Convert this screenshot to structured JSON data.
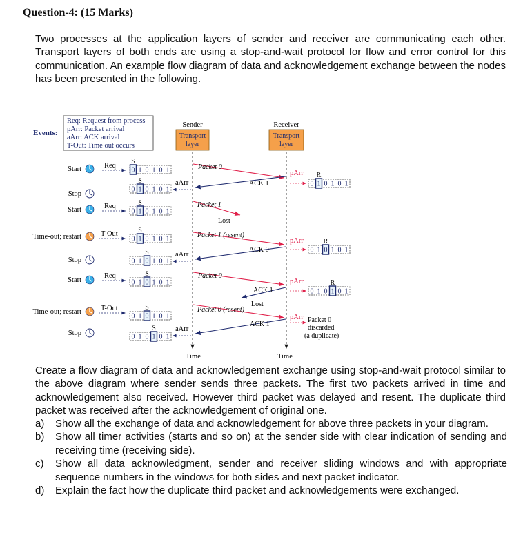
{
  "question_title": "Question-4: (15 Marks)",
  "intro_text": "Two processes at the application layers of sender and receiver are communicating each other. Transport layers of both ends are using a stop-and-wait protocol for flow and error control for this communication. An example flow diagram of data and acknowledgement exchange between the nodes has been presented in the following.",
  "diagram": {
    "events_label": "Events:",
    "legend": [
      "Req: Request from process",
      "pArr: Packet arrival",
      "aArr: ACK arrival",
      "T-Out: Time out occurs"
    ],
    "sender_header": "Sender",
    "receiver_header": "Receiver",
    "sender_box": [
      "Transport",
      "layer"
    ],
    "receiver_box": [
      "Transport",
      "layer"
    ],
    "time_label": "Time",
    "box_color": "#f5a04a",
    "data_arrow_color": "#e0204a",
    "ack_arrow_color": "#1e2a6e",
    "event_labels": [
      "Start",
      "Stop",
      "Start",
      "Time-out; restart",
      "Stop",
      "Start",
      "Time-out; restart",
      "Stop"
    ],
    "trigger_labels": [
      "Req",
      "aArr",
      "Req",
      "T-Out",
      "aArr",
      "Req",
      "T-Out",
      "aArr"
    ],
    "packet_labels": [
      "Packet 0",
      "Packet 1",
      "Lost",
      "Packet 1 (resent)",
      "Packet 0",
      "Packet 0 (resent)"
    ],
    "ack_labels": [
      "ACK 1",
      "ACK 0",
      "ACK 1",
      "Lost",
      "ACK 1"
    ],
    "receiver_events": [
      "pArr",
      "pArr",
      "pArr",
      "pArr"
    ],
    "receiver_note": [
      "Packet 0",
      "discarded",
      "(a duplicate)"
    ],
    "window_bits": [
      "0",
      "1",
      "0",
      "1",
      "0",
      "1"
    ],
    "s_marker": "S",
    "r_marker": "R"
  },
  "task_text": "Create a flow diagram of data and acknowledgement exchange using stop-and-wait protocol similar to the above diagram where sender sends three packets. The first two packets arrived in time and acknowledgement also received. However third packet was delayed and resent. The duplicate third packet was received after the acknowledgement of original one.",
  "subquestions": [
    {
      "label": "a)",
      "text": "Show all the exchange of data and acknowledgement for above three packets in your diagram."
    },
    {
      "label": "b)",
      "text": "Show all timer activities (starts and so on) at the sender side with clear indication of sending and receiving time (receiving side)."
    },
    {
      "label": "c)",
      "text": "Show all data acknowledgment, sender and receiver sliding windows and with appropriate sequence numbers in the windows for both sides and next packet indicator."
    },
    {
      "label": "d)",
      "text": "Explain the fact how the duplicate third packet and acknowledgements were exchanged."
    }
  ]
}
